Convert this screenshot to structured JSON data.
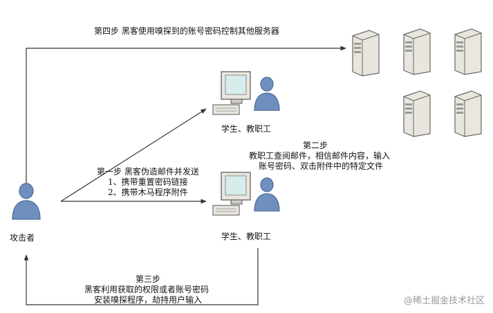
{
  "step4": {
    "text": "第四步 黑客使用嗅探到的账号密码控制其他服务器"
  },
  "step1": {
    "title": "第一步 黑客伪造邮件并发送",
    "item1": "1、携带重置密码链接",
    "item2": "2、携带木马程序附件"
  },
  "step2": {
    "title": "第二步",
    "line1": "教职工查阅邮件，相信邮件内容，输入",
    "line2": "账号密码、双击附件中的特定文件"
  },
  "step3": {
    "title": "第三步",
    "line1": "黑客利用获取的权限或者账号密码",
    "line2": "安装嗅探程序，劫持用户输入"
  },
  "nodes": {
    "attacker": "攻击者",
    "user_top": "学生、教职工",
    "user_bottom": "学生、教职工"
  },
  "icons": {
    "attacker": "person-icon",
    "workstation": "workstation-user-icon",
    "server": "server-tower-icon"
  },
  "colors": {
    "line": "#333333",
    "person": "#6f8fbf",
    "person_dark": "#4d6a99",
    "server": "#e8e6dd",
    "server_edge": "#666666"
  },
  "watermark": "@稀土掘金技术社区"
}
